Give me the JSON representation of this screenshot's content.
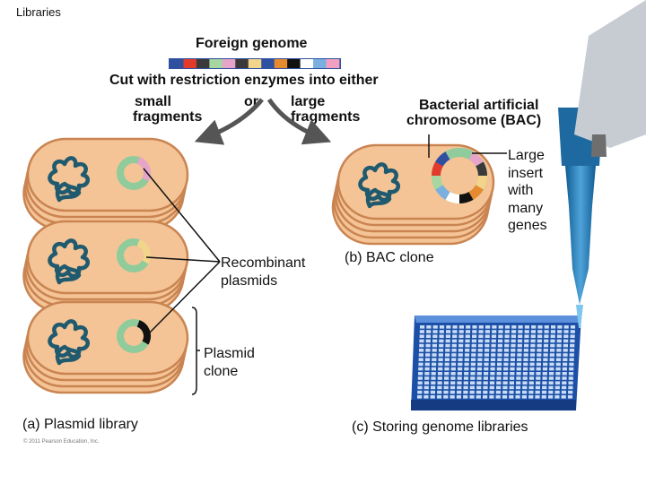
{
  "page_label": "Libraries",
  "foreign_genome": "Foreign genome",
  "cut_instruction": "Cut with restriction enzymes into either",
  "small_line1": "small",
  "small_line2": "fragments",
  "or_word": "or",
  "large_line1": "large",
  "large_line2": "fragments",
  "bac_line1": "Bacterial artificial",
  "bac_line2": "chromosome (BAC)",
  "large_insert": [
    "Large",
    "insert",
    "with",
    "many",
    "genes"
  ],
  "recombinant_line1": "Recombinant",
  "recombinant_line2": "plasmids",
  "bac_clone": "(b) BAC clone",
  "plasmid_clone_line1": "Plasmid",
  "plasmid_clone_line2": "clone",
  "plasmid_library": "(a) Plasmid library",
  "storing": "(c) Storing genome libraries",
  "copyright": "© 2011 Pearson Education, Inc.",
  "colors": {
    "cell_fill": "#f4c496",
    "cell_edge": "#c98451",
    "chromosome": "#1f5a6e",
    "plasmid": "#8fcb9b",
    "arrow": "#555555",
    "plate": "#2a67c4",
    "pipette": "#1e79b8"
  },
  "genome_segments": [
    "#2f4fa0",
    "#e23a2b",
    "#3a3a3a",
    "#a7d6a0",
    "#e6a4c8",
    "#3a3a3a",
    "#f2d58a",
    "#2f4fa0",
    "#e58a2f",
    "#111111",
    "#ffffff",
    "#7ab0e0",
    "#f2a0c0"
  ]
}
